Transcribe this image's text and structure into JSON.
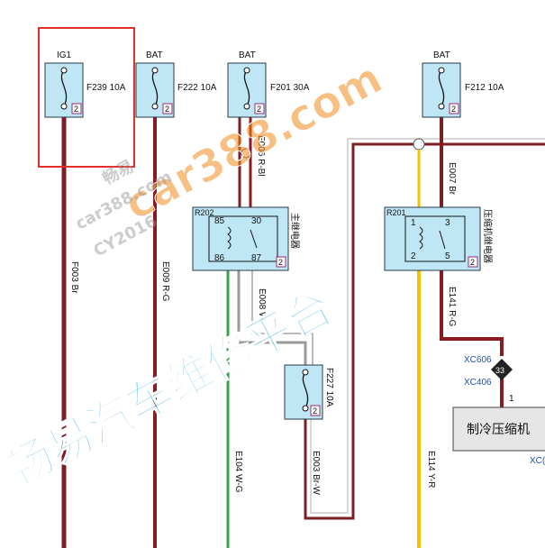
{
  "colors": {
    "box_fill": "#bfe6f5",
    "box_stroke": "#2a3a4a",
    "wire_red": "#7b1f24",
    "wire_redgreen": "#8c1a22",
    "wire_white": "#9a9a9a",
    "wire_green": "#3aa34a",
    "wire_yellow": "#f5c400",
    "highlight": "#e0302a",
    "pin_badge": "#9a2c74",
    "watermark_blue": "#29a8e0",
    "watermark_orange": "#f08a1c"
  },
  "fuses": [
    {
      "id": "F239",
      "supply": "IG1",
      "label": "F239 10A",
      "pin": "2"
    },
    {
      "id": "F222",
      "supply": "BAT",
      "label": "F222 10A",
      "pin": "2"
    },
    {
      "id": "F201",
      "supply": "BAT",
      "label": "F201 30A",
      "pin": "2"
    },
    {
      "id": "F212",
      "supply": "BAT",
      "label": "F212 10A",
      "pin": "2"
    },
    {
      "id": "F227",
      "supply": "",
      "label": "F227 10A",
      "pin": "2"
    }
  ],
  "relays": [
    {
      "id": "R202",
      "label": "R202",
      "pins": [
        "85",
        "30",
        "86",
        "87"
      ],
      "name": "主继电器",
      "pin": "2"
    },
    {
      "id": "R201",
      "label": "R201",
      "pins": [
        "1",
        "3",
        "2",
        "5"
      ],
      "name": "压缩机继电器",
      "pin": "2"
    }
  ],
  "wires": {
    "w1": "F003 Br",
    "w2": "E009 R-G",
    "w3": "E006 R-Bl",
    "w4": "E008 W",
    "w5": "E104 W-G",
    "w6": "E003 Br-W",
    "w7": "E007 Br",
    "w8": "E141 R-G",
    "w9": "E114 Y-R"
  },
  "connector": {
    "top": "XC606",
    "bottom": "XC406",
    "badge": "33",
    "pin": "1",
    "right_cut": "XC("
  },
  "component": {
    "label": "制冷压缩机"
  },
  "watermarks": {
    "a": "car388.com",
    "b": "畅易汽车维修平台",
    "c": "畅易",
    "d": "car388.com",
    "e": "CY2016"
  }
}
